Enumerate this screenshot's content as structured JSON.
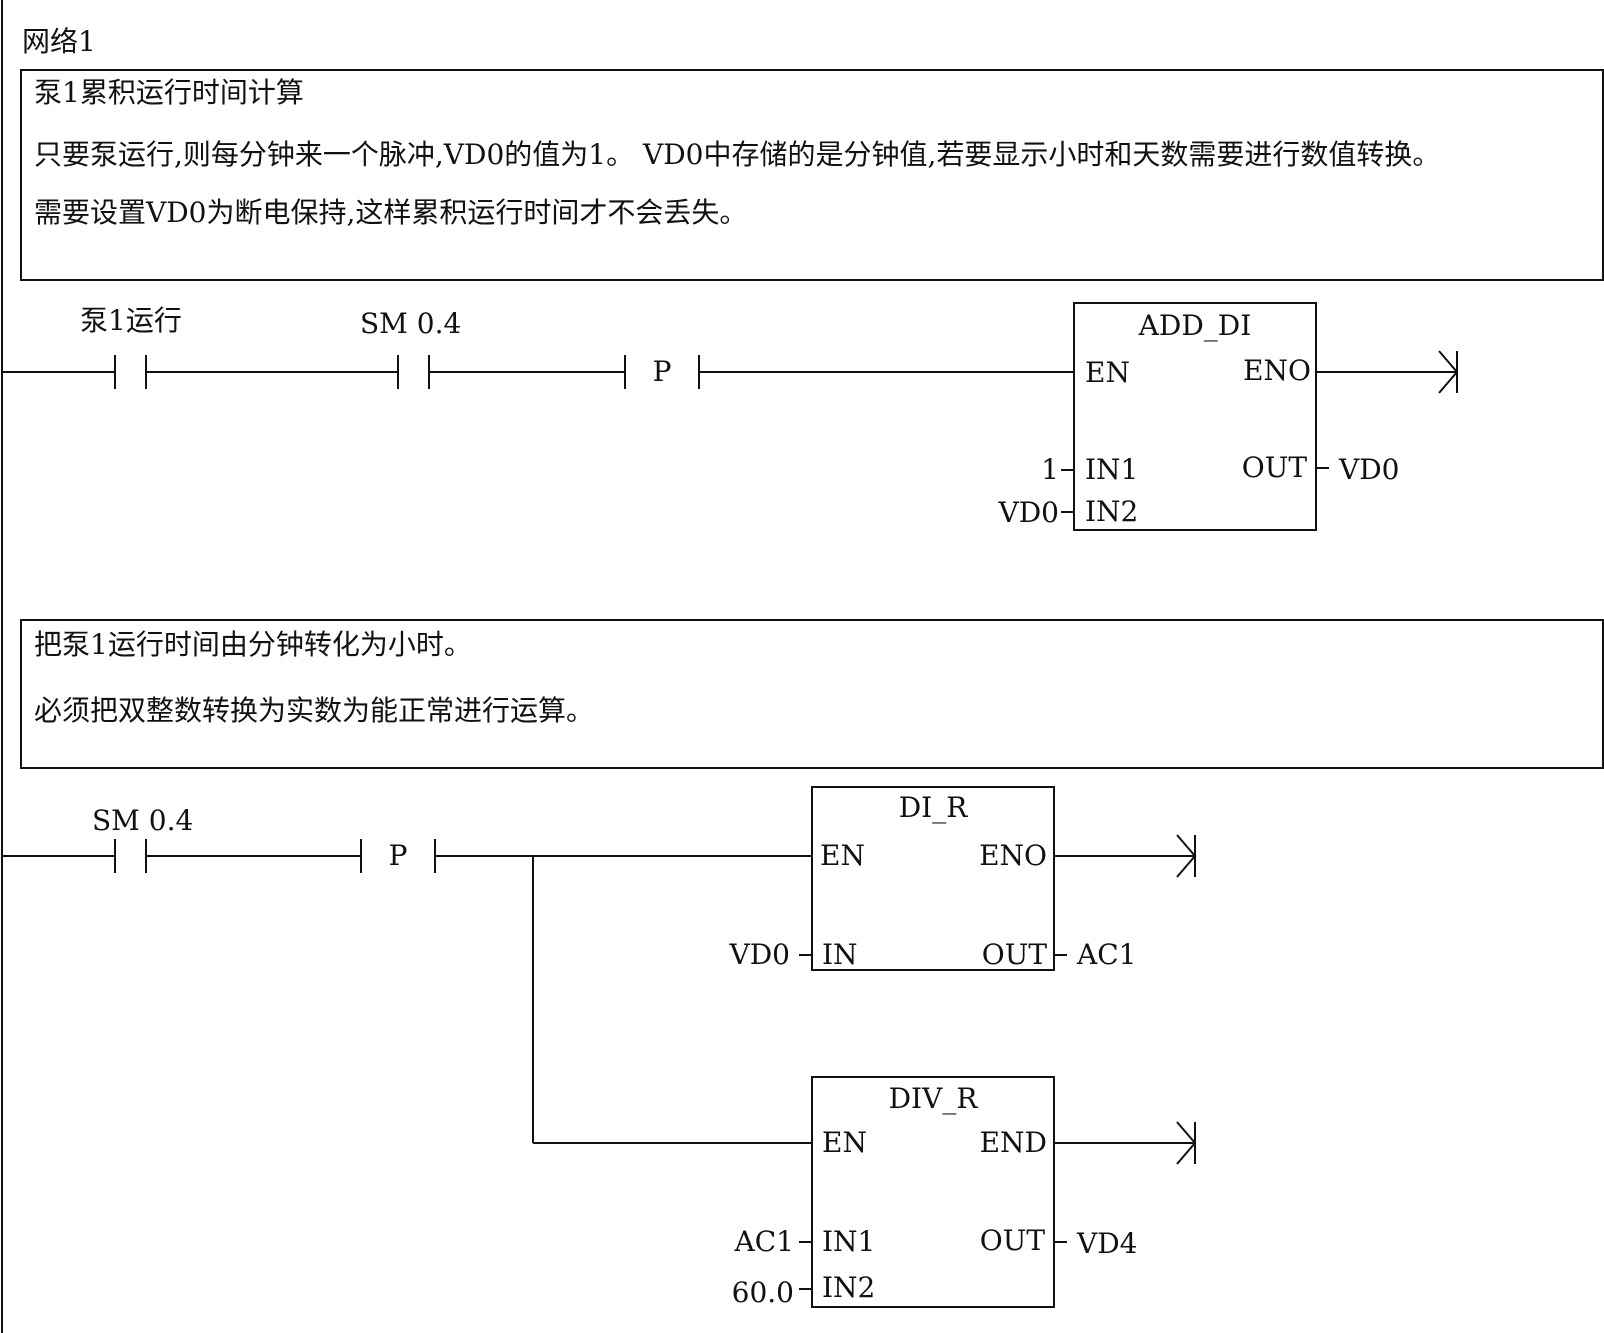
{
  "network": {
    "title": "网络1"
  },
  "comment1": {
    "heading": "泵1累积运行时间计算",
    "para1": "只要泵运行,则每分钟来一个脉冲,VD0的值为1。 VD0中存储的是分钟值,若要显示小时和天数需要进行数值转换。",
    "para2": "需要设置VD0为断电保持,这样累积运行时间才不会丢失。"
  },
  "comment2": {
    "heading": "把泵1运行时间由分钟转化为小时。",
    "para1": "必须把双整数转换为实数为能正常进行运算。"
  },
  "rung1": {
    "contact1": "泵1运行",
    "contact2": "SM 0.4",
    "edge": "P",
    "block": {
      "name": "ADD_DI",
      "en": "EN",
      "eno": "ENO",
      "in1": "IN1",
      "in2": "IN2",
      "out": "OUT",
      "in1_value": "1",
      "in2_value": "VD0",
      "out_value": "VD0"
    }
  },
  "rung2": {
    "contact1": "SM 0.4",
    "edge": "P",
    "block1": {
      "name": "DI_R",
      "en": "EN",
      "eno": "ENO",
      "in": "IN",
      "out": "OUT",
      "in_value": "VD0",
      "out_value": "AC1"
    },
    "block2": {
      "name": "DIV_R",
      "en": "EN",
      "eno": "END",
      "in1": "IN1",
      "in2": "IN2",
      "out": "OUT",
      "in1_value": "AC1",
      "in2_value": "60.0",
      "out_value": "VD4"
    }
  }
}
